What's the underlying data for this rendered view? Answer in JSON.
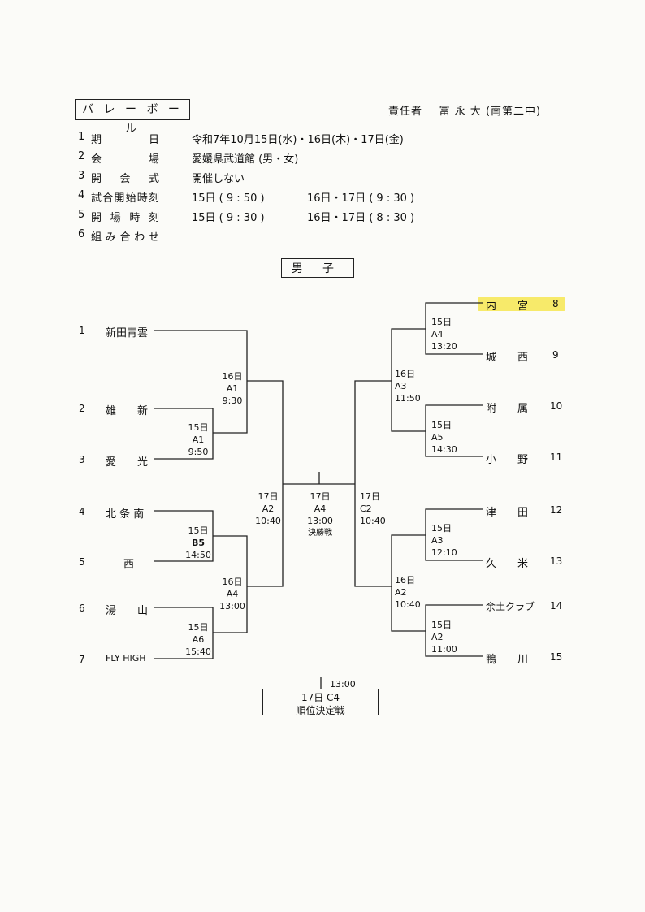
{
  "header": {
    "title": "バ レ ー ボ ー ル",
    "responsible_label": "責任者",
    "responsible_name": "冨 永  大 (南第二中)"
  },
  "info": [
    {
      "num": "1",
      "label": [
        "期",
        "日"
      ],
      "value": "令和7年10月15日(水)・16日(木)・17日(金)",
      "value2": ""
    },
    {
      "num": "2",
      "label": [
        "会",
        "場"
      ],
      "value": "愛媛県武道館 (男・女)",
      "value2": ""
    },
    {
      "num": "3",
      "label": [
        "開",
        "会",
        "式"
      ],
      "value": "開催しない",
      "value2": ""
    },
    {
      "num": "4",
      "label": [
        "試",
        "合",
        "開",
        "始",
        "時",
        "刻"
      ],
      "value": "15日 ( 9 : 50 )",
      "value2": "16日・17日 ( 9 : 30 )"
    },
    {
      "num": "5",
      "label": [
        "開",
        "場",
        "時",
        "刻"
      ],
      "value": "15日 ( 9 : 30 )",
      "value2": "16日・17日 ( 8 : 30 )"
    },
    {
      "num": "6",
      "label": [
        "組",
        "み",
        "合",
        "わ",
        "せ"
      ],
      "value": "",
      "value2": ""
    }
  ],
  "section": "男子",
  "left_teams": [
    {
      "seed": "1",
      "name": "新田青雲"
    },
    {
      "seed": "2",
      "name": "雄　　新"
    },
    {
      "seed": "3",
      "name": "愛　　光"
    },
    {
      "seed": "4",
      "name": "北 条 南"
    },
    {
      "seed": "5",
      "name": "西"
    },
    {
      "seed": "6",
      "name": "湯　　山"
    },
    {
      "seed": "7",
      "name": "FLY  HIGH"
    }
  ],
  "right_teams": [
    {
      "seed": "8",
      "name": "内　　宮"
    },
    {
      "seed": "9",
      "name": "城　　西"
    },
    {
      "seed": "10",
      "name": "附　　属"
    },
    {
      "seed": "11",
      "name": "小　　野"
    },
    {
      "seed": "12",
      "name": "津　　田"
    },
    {
      "seed": "13",
      "name": "久　　米"
    },
    {
      "seed": "14",
      "name": "余土クラブ"
    },
    {
      "seed": "15",
      "name": "鴨　　川"
    }
  ],
  "matches": {
    "l_1516": {
      "day": "15日",
      "court": "A1",
      "time": "9:50"
    },
    "l_16a": {
      "day": "16日",
      "court": "A1",
      "time": "9:30"
    },
    "l_1545": {
      "day": "15日",
      "court": "B5",
      "time": "14:50"
    },
    "l_1567": {
      "day": "15日",
      "court": "A6",
      "time": "15:40"
    },
    "l_16b": {
      "day": "16日",
      "court": "A4",
      "time": "13:00"
    },
    "l_17": {
      "day": "17日",
      "court": "A2",
      "time": "10:40"
    },
    "final": {
      "day": "17日",
      "court": "A4",
      "time": "13:00",
      "name": "決勝戦"
    },
    "r_17": {
      "day": "17日",
      "court": "C2",
      "time": "10:40"
    },
    "r_89": {
      "day": "15日",
      "court": "A4",
      "time": "13:20"
    },
    "r_1011": {
      "day": "15日",
      "court": "A5",
      "time": "14:30"
    },
    "r_16a": {
      "day": "16日",
      "court": "A3",
      "time": "11:50"
    },
    "r_1213": {
      "day": "15日",
      "court": "A3",
      "time": "12:10"
    },
    "r_1415": {
      "day": "15日",
      "court": "A2",
      "time": "11:00"
    },
    "r_16b": {
      "day": "16日",
      "court": "A2",
      "time": "10:40"
    }
  },
  "placement": {
    "time": "13:00",
    "line1": "17日  C4",
    "line2": "順位決定戦"
  }
}
